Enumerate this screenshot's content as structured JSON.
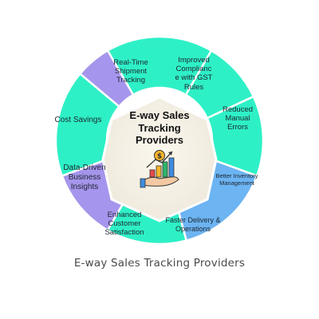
{
  "center": {
    "title": "E-way Sales\nTracking\nProviders",
    "icon": "growth-chart-in-hand-with-dollar-coin-icon"
  },
  "segments": [
    {
      "label": "Real-Time\nShipment\nTracking",
      "color": "#2ef0c6"
    },
    {
      "label": "Improved\nComplianc\ne with GST\nRules",
      "color": "#2ef0c6"
    },
    {
      "label": "Reduced\nManual\nErrors",
      "color": "#2ef0c6"
    },
    {
      "label": "Better Inventory\nManagement",
      "color": "#6cb4f2"
    },
    {
      "label": "Faster Delivery &\nOperations",
      "color": "#2ef0c6"
    },
    {
      "label": "Enhanced\nCustomer\nSatisfaction",
      "color": "#a695ec"
    },
    {
      "label": "Data-Driven\nBusiness\nInsights",
      "color": "#2ef0c6"
    },
    {
      "label": "Cost Savings",
      "color": "#a695ec"
    }
  ],
  "caption": "E-way Sales Tracking Providers"
}
